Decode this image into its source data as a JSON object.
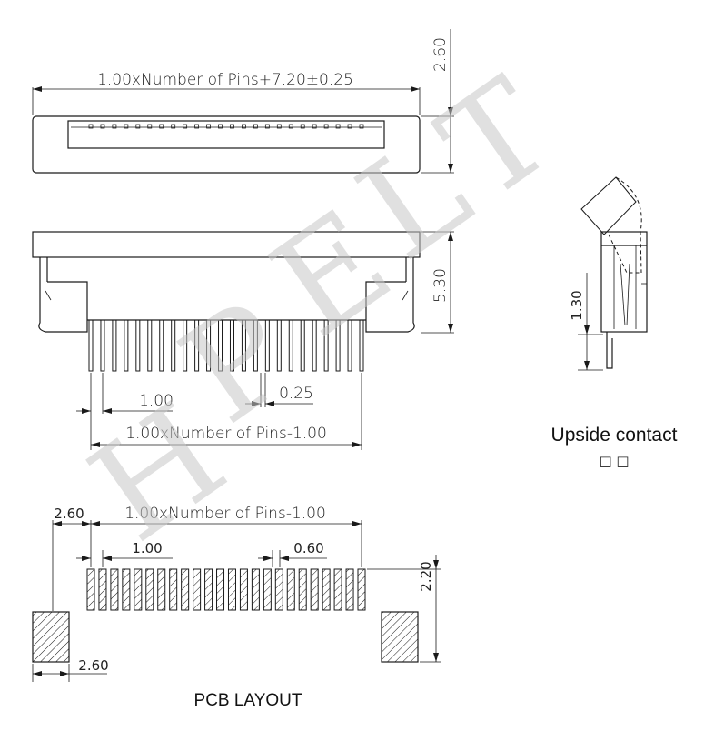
{
  "watermark": [
    "H",
    "P",
    "E",
    "L",
    "T"
  ],
  "top_view": {
    "height_dim": "2.60",
    "width_dim": "1.00xNumber of Pins+7.20±0.25"
  },
  "front_view": {
    "height_dim": "5.30",
    "pitch_dim": "1.00",
    "pin_width_dim": "0.25",
    "span_dim": "1.00xNumber of Pins-1.00"
  },
  "side_view": {
    "height_dim": "1.30",
    "caption": "Upside contact",
    "caption_sub": "□ □"
  },
  "pcb_layout": {
    "edge_dim": "2.60",
    "span_dim": "1.00xNumber of Pins-1.00",
    "pitch_dim": "1.00",
    "pad_width_dim": "0.60",
    "pad_height_dim": "2.20",
    "tab_width_dim": "2.60",
    "caption": "PCB LAYOUT"
  }
}
